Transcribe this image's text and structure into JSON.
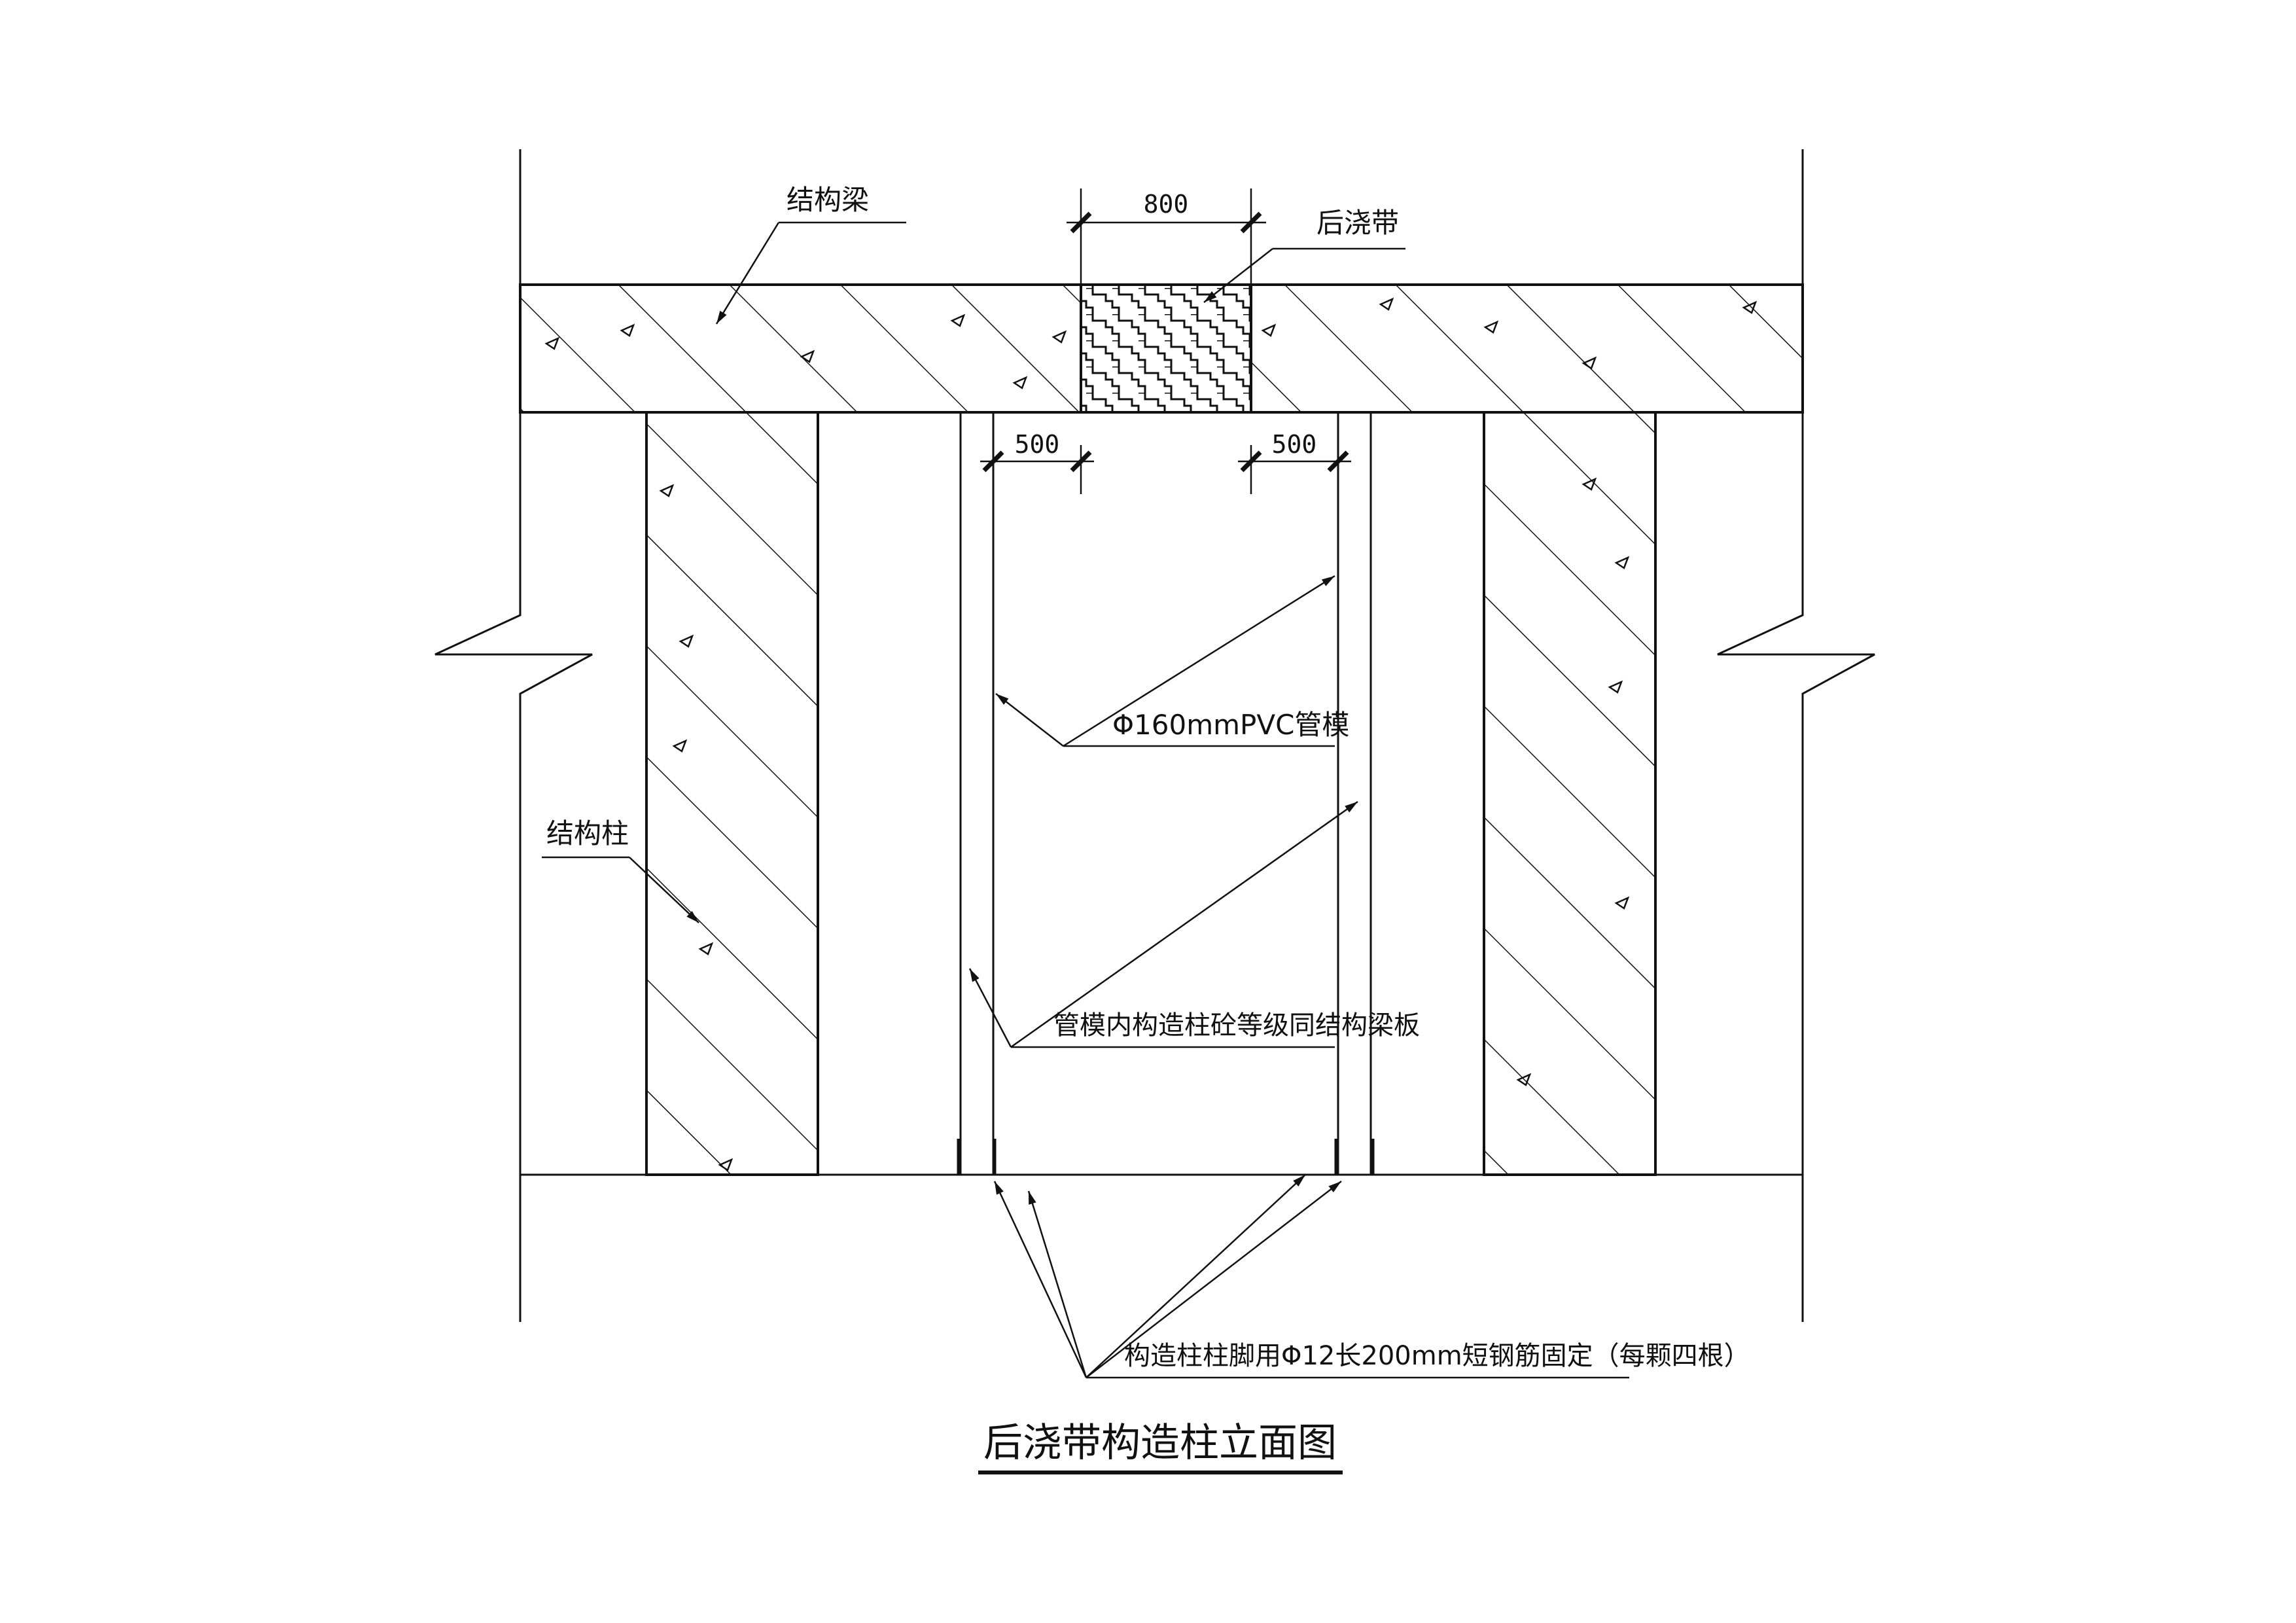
{
  "labels": {
    "beam": "结构梁",
    "post_pour_strip": "后浇带",
    "column": "结构柱",
    "pvc_form": "Φ160mmPVC管模",
    "concrete_grade": "管模内构造柱砼等级同结构梁板",
    "rebar_fix": "构造柱柱脚用Φ12长200mm短钢筋固定（每颗四根）"
  },
  "dimensions": {
    "strip_width": "800",
    "left_gap": "500",
    "right_gap": "500"
  },
  "title": "后浇带构造柱立面图",
  "colors": {
    "line": "#111111",
    "background": "#ffffff"
  }
}
